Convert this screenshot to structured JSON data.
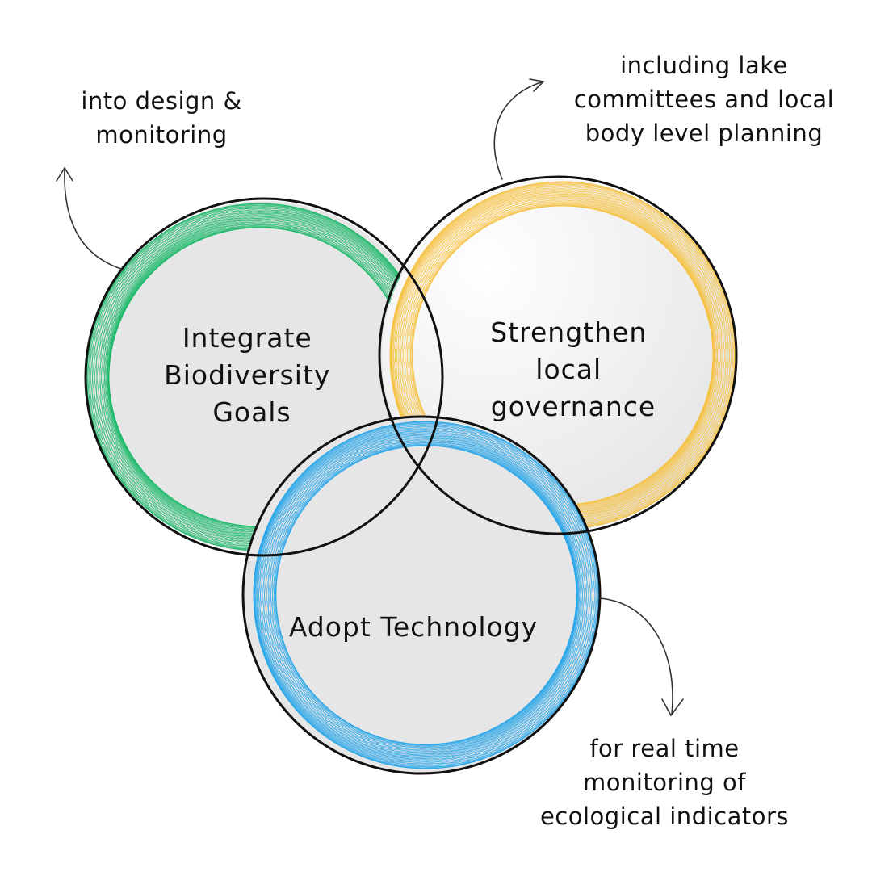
{
  "circles": {
    "biodiversity": {
      "lines": [
        "Integrate",
        "Biodiversity",
        "Goals"
      ],
      "ring_color": "#1db96b"
    },
    "governance": {
      "lines": [
        "Strengthen",
        "local",
        "governance"
      ],
      "ring_color": "#f5c242"
    },
    "technology": {
      "lines": [
        "Adopt Technology"
      ],
      "ring_color": "#2aa7ea"
    }
  },
  "notes": {
    "design": [
      "into design &",
      "monitoring"
    ],
    "lake": [
      "including lake",
      "committees and local",
      "body level planning"
    ],
    "monitoring": [
      "for real time",
      "monitoring of",
      "ecological indicators"
    ]
  },
  "colors": {
    "fill": "#e6e6e6",
    "outline": "#111111",
    "arrow": "#333333"
  }
}
